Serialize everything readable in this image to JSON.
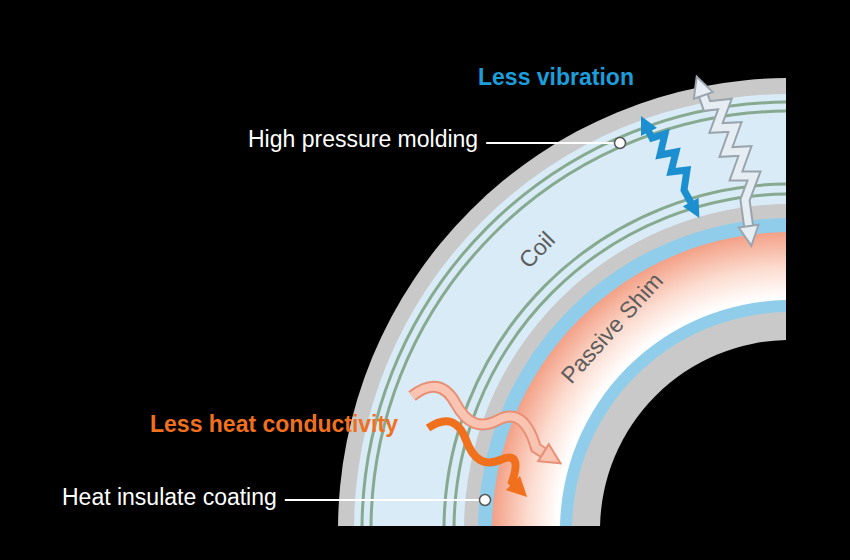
{
  "diagram": {
    "labels": [
      "Less vibration",
      "High pressure molding",
      "Coil",
      "Passive Shim",
      "Less heat conductivity",
      "Heat insulate coating"
    ]
  }
}
